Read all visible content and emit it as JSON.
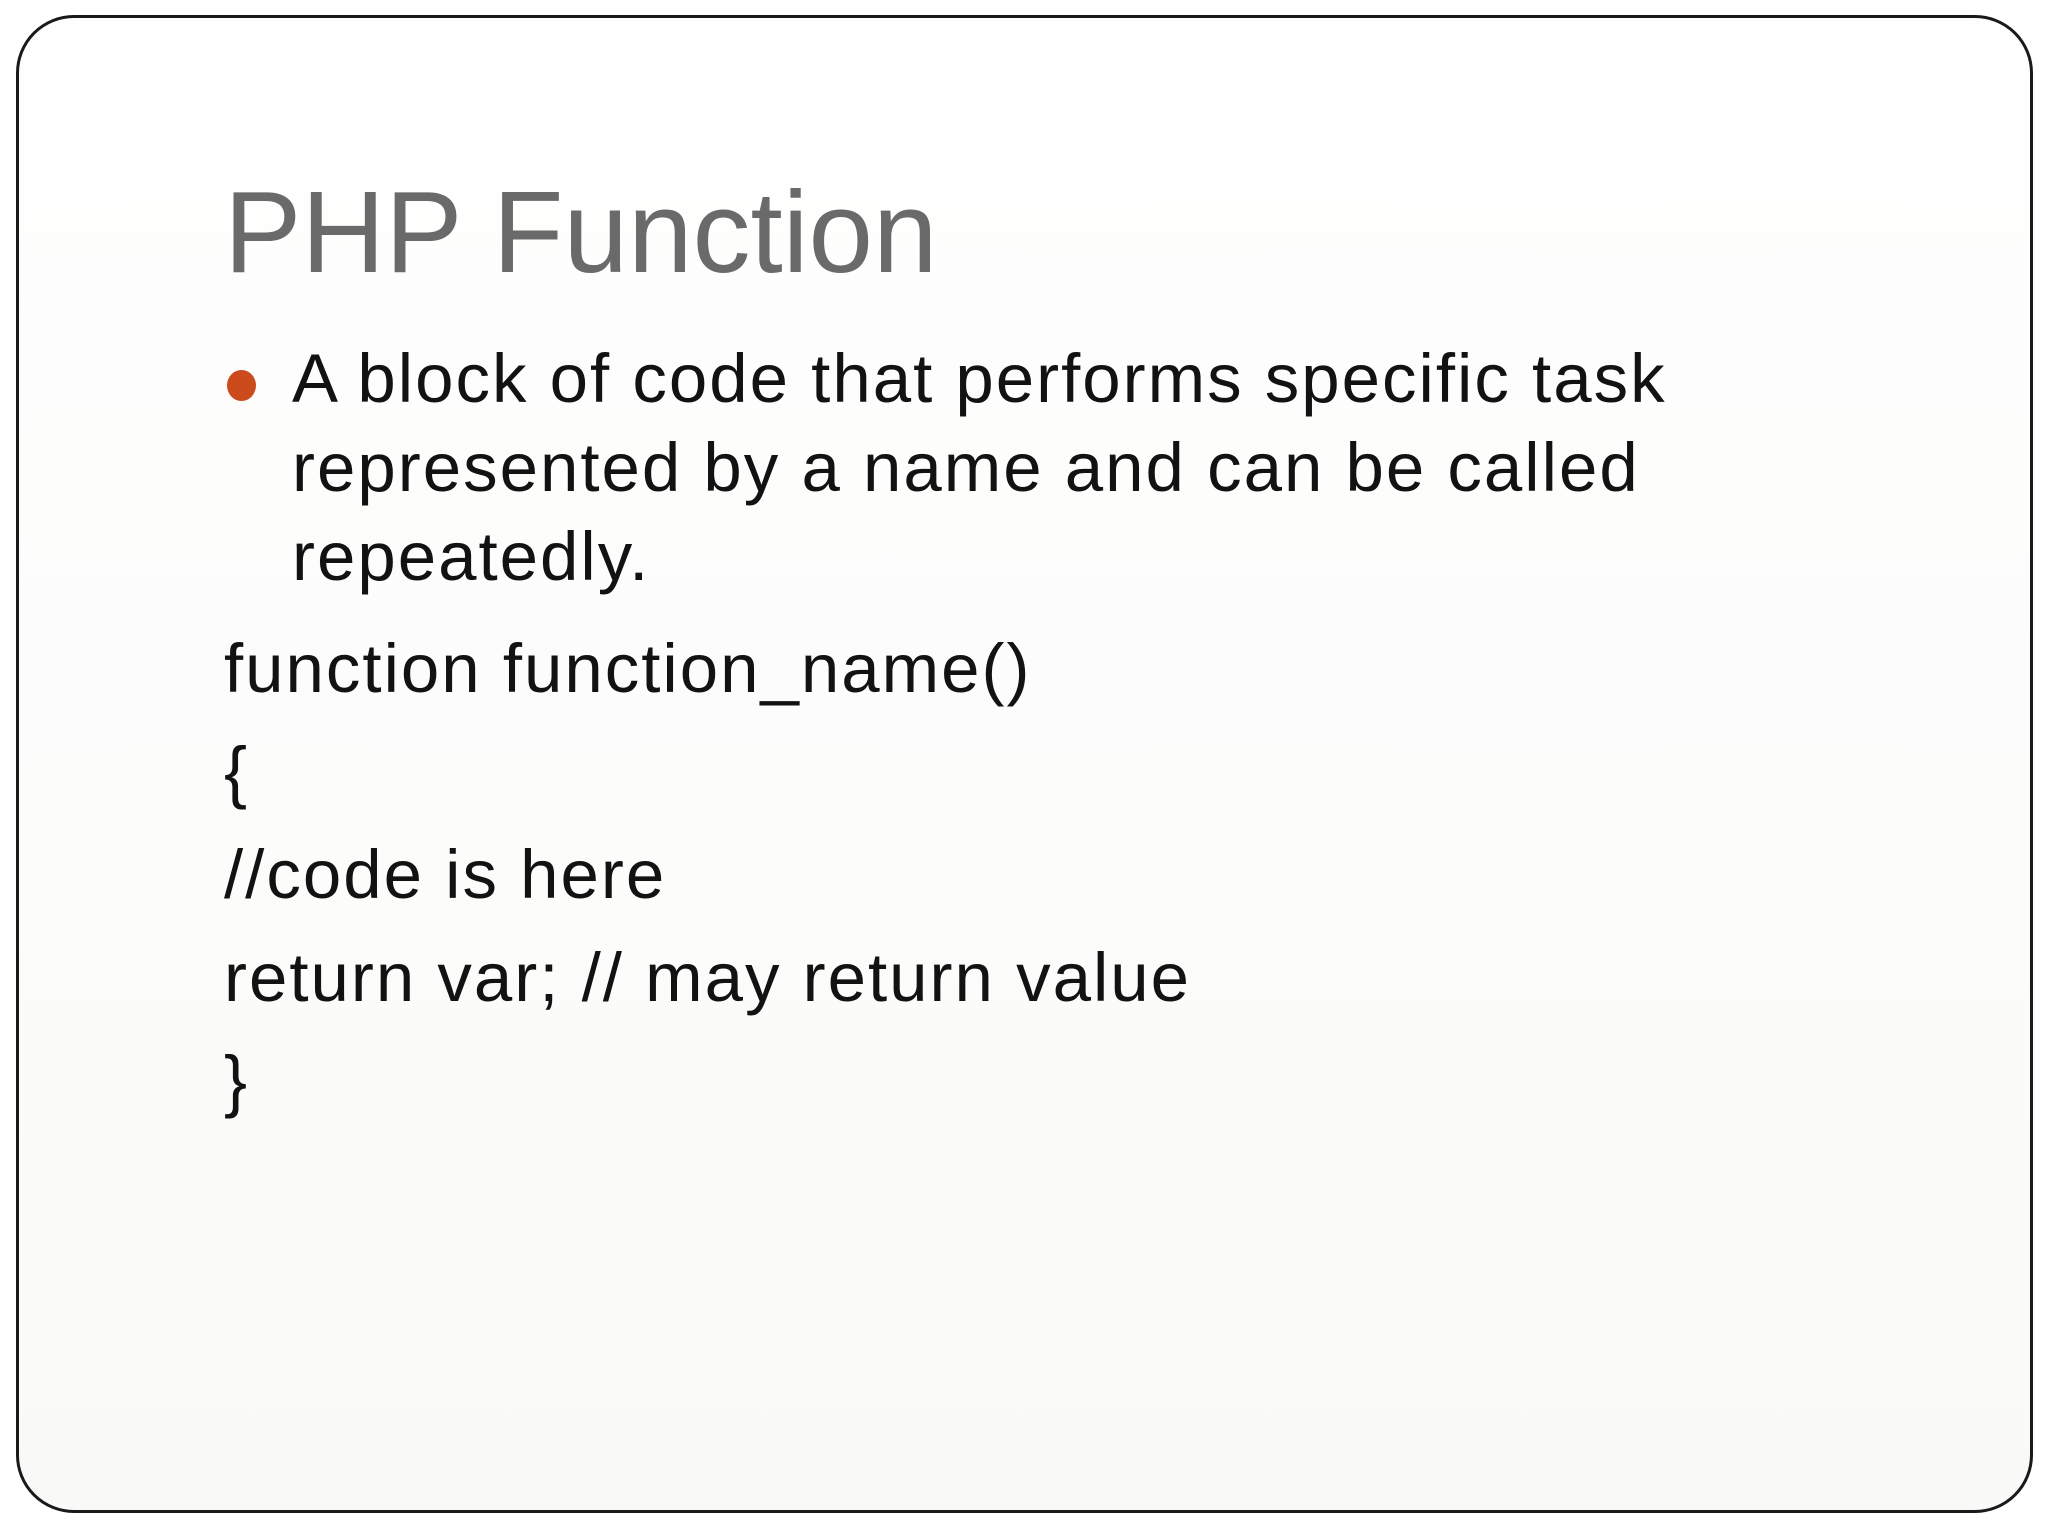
{
  "slide": {
    "title": "PHP Function",
    "bullet": {
      "lines": [
        "A block of code that performs specific task",
        "represented by a name and can be called",
        "repeatedly."
      ]
    },
    "code_lines": [
      "function function_name()",
      "{",
      "//code is here",
      "return var; // may return value",
      "}"
    ],
    "colors": {
      "title": "#6a6a6a",
      "body_text": "#121212",
      "bullet_dot": "#cc4b1c",
      "frame_border": "#1a1a1a",
      "background": "#ffffff"
    }
  }
}
